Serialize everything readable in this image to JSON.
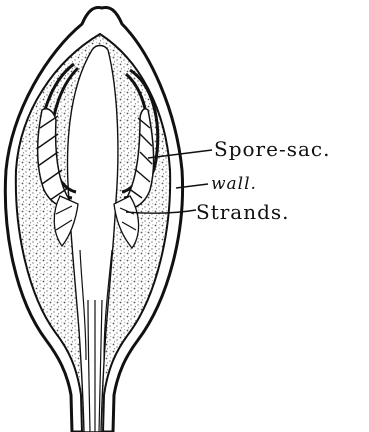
{
  "labels": {
    "spore_sac": "Spore-sac.",
    "wall": "wall.",
    "strands": "Strands."
  },
  "colors": {
    "ink": "#111111",
    "stipple": "#6b6b6b",
    "paper": "#ffffff"
  }
}
